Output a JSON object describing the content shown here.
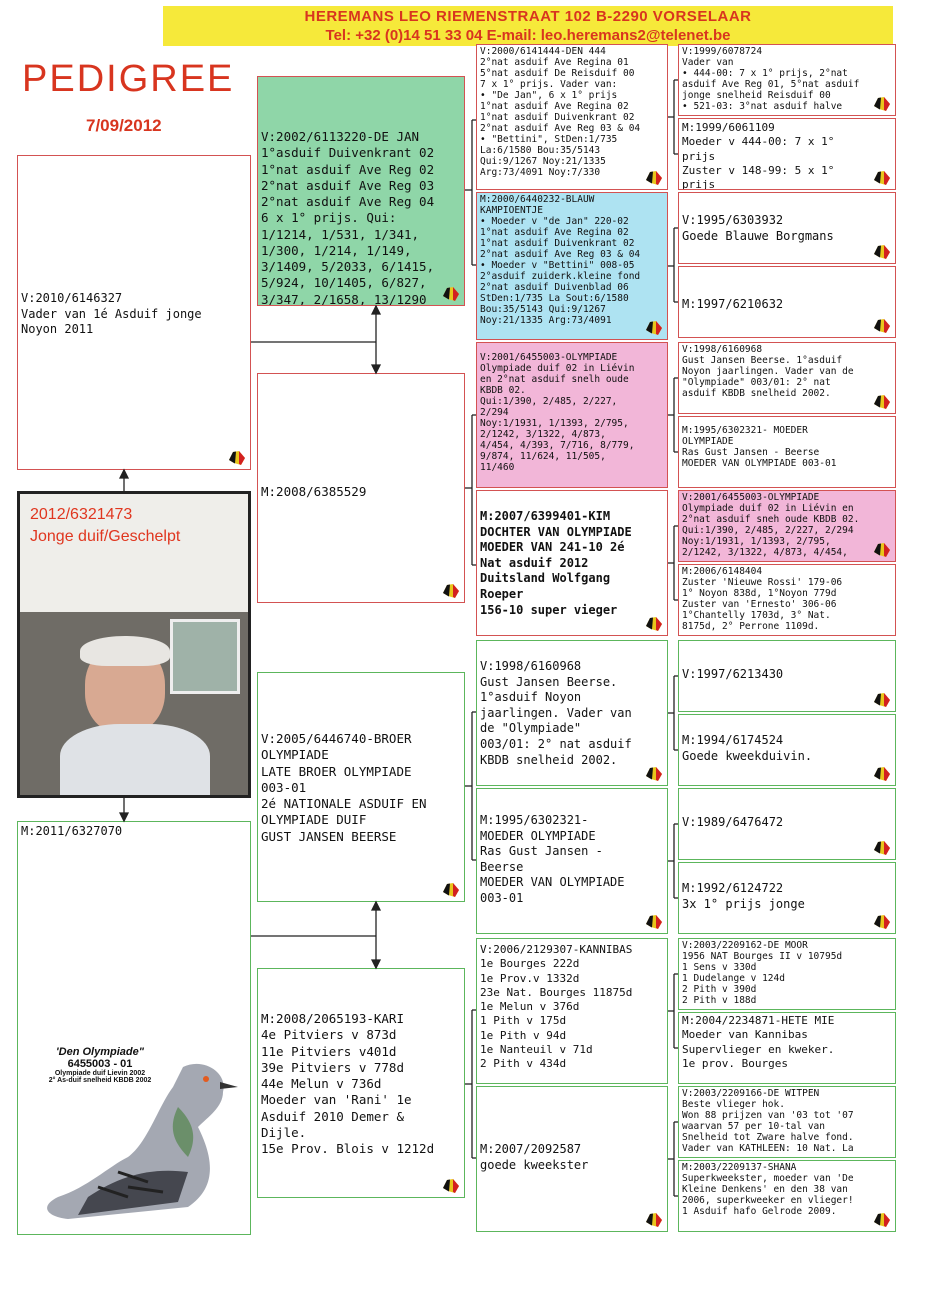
{
  "header": {
    "line1": "HEREMANS LEO      RIEMENSTRAAT 102    B-2290   VORSELAAR",
    "line2": "Tel: +32 (0)14 51 33 04    E-mail: leo.heremans2@telenet.be"
  },
  "title": "PEDIGREE",
  "date": "7/09/2012",
  "subject": {
    "ring": "2012/6321473",
    "description": "Jonge duif/Geschelpt"
  },
  "bird_photo": {
    "name": "'Den Olympiade\"",
    "ring": "6455003 - 01",
    "line1": "Olympiade duif Lievin 2002",
    "line2": "2° As-duif snelheid KBDB 2002"
  },
  "gen1": {
    "sire": "V:2010/6146327\nVader van 1é Asduif jonge\nNoyon 2011",
    "dam": "M:2011/6327070"
  },
  "gen2": {
    "ss": "V:2002/6113220-DE JAN\n1°asduif Duivenkrant 02\n1°nat asduif Ave Reg 02\n2°nat asduif Ave Reg 03\n2°nat asduif Ave Reg 04\n6 x 1° prijs. Qui:\n1/1214, 1/531, 1/341,\n1/300, 1/214, 1/149,\n3/1409, 5/2033, 6/1415,\n5/924, 10/1405, 6/827,\n3/347, 2/1658, 13/1290",
    "sd": "M:2008/6385529",
    "ds": "V:2005/6446740-BROER\nOLYMPIADE\nLATE BROER OLYMPIADE\n003-01\n2é NATIONALE ASDUIF EN\nOLYMPIADE DUIF\nGUST JANSEN BEERSE",
    "dd": "M:2008/2065193-KARI\n4e Pitviers v 873d\n11e Pitviers v401d\n39e Pitviers v 778d\n44e Melun v 736d\nMoeder van 'Rani' 1e\nAsduif 2010 Demer &\nDijle.\n15e Prov. Blois v 1212d"
  },
  "gen3": [
    "V:2000/6141444-DEN 444\n2°nat asduif Ave Regina 01\n5°nat asduif De Reisduif 00\n7 x 1° prijs. Vader van:\n• \"De Jan\", 6 x 1° prijs\n1°nat asduif Ave Regina 02\n1°nat asduif Duivenkrant 02\n2°nat asduif Ave Reg 03 & 04\n• \"Bettini\", StDen:1/735\nLa:6/1580 Bou:35/5143\nQui:9/1267 Noy:21/1335\nArg:73/4091 Noy:7/330",
    "M:2000/6440232-BLAUW\nKAMPIOENTJE\n• Moeder v \"de Jan\" 220-02\n1°nat asduif Ave Regina 02\n1°nat asduif Duivenkrant 02\n2°nat asduif Ave Reg 03 & 04\n• Moeder v \"Bettini\" 008-05\n2°asduif zuiderk.kleine fond\n2°nat asduif Duivenblad 06\nStDen:1/735 La Sout:6/1580\nBou:35/5143 Qui:9/1267\nNoy:21/1335 Arg:73/4091",
    "V:2001/6455003-OLYMPIADE\nOlympiade duif 02 in Liévin\nen 2°nat asduif snelh oude\nKBDB 02.\nQui:1/390, 2/485, 2/227,\n2/294\nNoy:1/1931, 1/1393, 2/795,\n2/1242, 3/1322, 4/873,\n4/454, 4/393, 7/716, 8/779,\n9/874, 11/624, 11/505,\n11/460",
    "M:2007/6399401-KIM\nDOCHTER VAN OLYMPIADE\nMOEDER VAN 241-10 2é\nNat asduif 2012\nDuitsland Wolfgang\nRoeper\n156-10 super vieger",
    "V:1998/6160968\nGust Jansen Beerse.\n1°asduif Noyon\njaarlingen. Vader van\nde \"Olympiade\"\n003/01: 2° nat asduif\nKBDB snelheid 2002.",
    "M:1995/6302321-\nMOEDER OLYMPIADE\nRas Gust Jansen -\nBeerse\nMOEDER VAN OLYMPIADE\n003-01",
    "V:2006/2129307-KANNIBAS\n1e Bourges 222d\n1e Prov.v 1332d\n23e Nat. Bourges 11875d\n1e Melun v 376d\n1 Pith v 175d\n1e Pith v 94d\n1e Nanteuil v 71d\n2 Pith v 434d",
    "M:2007/2092587\ngoede kweekster"
  ],
  "gen4": [
    "V:1999/6078724\nVader van\n• 444-00: 7 x 1° prijs, 2°nat\nasduif Ave Reg 01, 5°nat asduif\njonge snelheid Reisduif 00\n• 521-03: 3°nat asduif halve",
    "M:1999/6061109\nMoeder v 444-00: 7 x 1°\nprijs\nZuster v 148-99: 5 x 1°\nprijs",
    "V:1995/6303932\nGoede Blauwe Borgmans",
    "M:1997/6210632",
    "V:1998/6160968\nGust Jansen Beerse. 1°asduif\nNoyon jaarlingen. Vader van de\n\"Olympiade\" 003/01: 2° nat\nasduif KBDB snelheid 2002.",
    "M:1995/6302321- MOEDER\nOLYMPIADE\nRas Gust Jansen - Beerse\nMOEDER VAN OLYMPIADE 003-01",
    "V:2001/6455003-OLYMPIADE\nOlympiade duif 02 in Liévin en\n2°nat asduif sneh oude KBDB 02.\nQui:1/390, 2/485, 2/227, 2/294\nNoy:1/1931, 1/1393, 2/795,\n2/1242, 3/1322, 4/873, 4/454,",
    "M:2006/6148404\nZuster 'Nieuwe Rossi' 179-06\n1° Noyon 838d, 1°Noyon 779d\nZuster van 'Ernesto' 306-06\n1°Chantelly 1703d, 3° Nat.\n8175d, 2° Perrone 1109d.",
    "V:1997/6213430",
    "M:1994/6174524\nGoede kweekduivin.",
    "V:1989/6476472",
    "M:1992/6124722\n3x 1° prijs jonge",
    "V:2003/2209162-DE MOOR\n1956 NAT Bourges II v 10795d\n1 Sens v 330d\n1 Dudelange v 124d\n2 Pith v 390d\n2 Pith v 188d",
    "M:2004/2234871-HETE MIE\nMoeder van Kannibas\nSupervlieger en kweker.\n1e prov. Bourges",
    "V:2003/2209166-DE WITPEN\nBeste vlieger hok.\nWon 88 prijzen van '03 tot '07\nwaarvan 57 per 10-tal van\nSnelheid tot Zware halve fond.\nVader van KATHLEEN: 10 Nat. La",
    "M:2003/2209137-SHANA\nSuperkweekster, moeder van 'De\nKleine Denkens' en den 38 van\n2006, superkweeker en vlieger!\n1 Asduif hafo Gelrode 2009."
  ],
  "colors": {
    "header_bg": "#f6e93a",
    "header_text": "#d8351f",
    "border_red": "#d35252",
    "border_green": "#5cb65c",
    "green_fill": "#8fd6a8",
    "blue_fill": "#aee3f2",
    "pink_fill": "#f2b6d8"
  }
}
